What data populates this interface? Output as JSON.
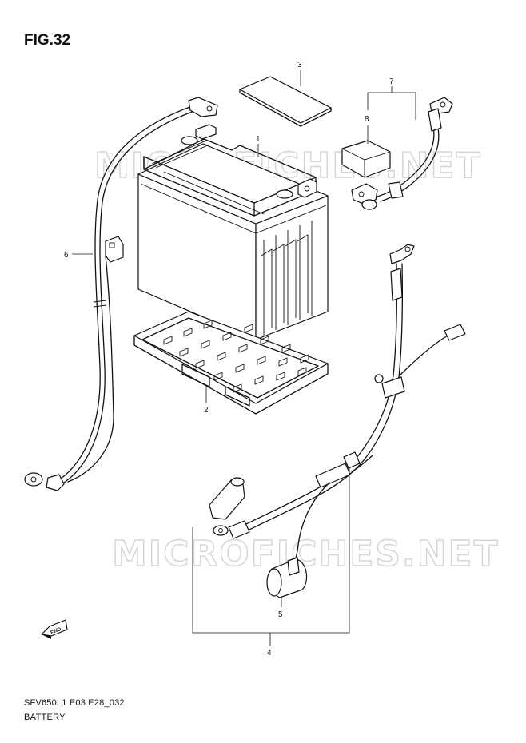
{
  "figure": {
    "title": "FIG.32"
  },
  "watermark": {
    "text": "MICROFICHES.NET"
  },
  "footer": {
    "code": "SFV650L1 E03 E28_032",
    "name": "BATTERY"
  },
  "fwd_marker": {
    "label": "FWD"
  },
  "callouts": [
    {
      "id": "1"
    },
    {
      "id": "2"
    },
    {
      "id": "3"
    },
    {
      "id": "4"
    },
    {
      "id": "5"
    },
    {
      "id": "6"
    },
    {
      "id": "7"
    },
    {
      "id": "8"
    }
  ]
}
